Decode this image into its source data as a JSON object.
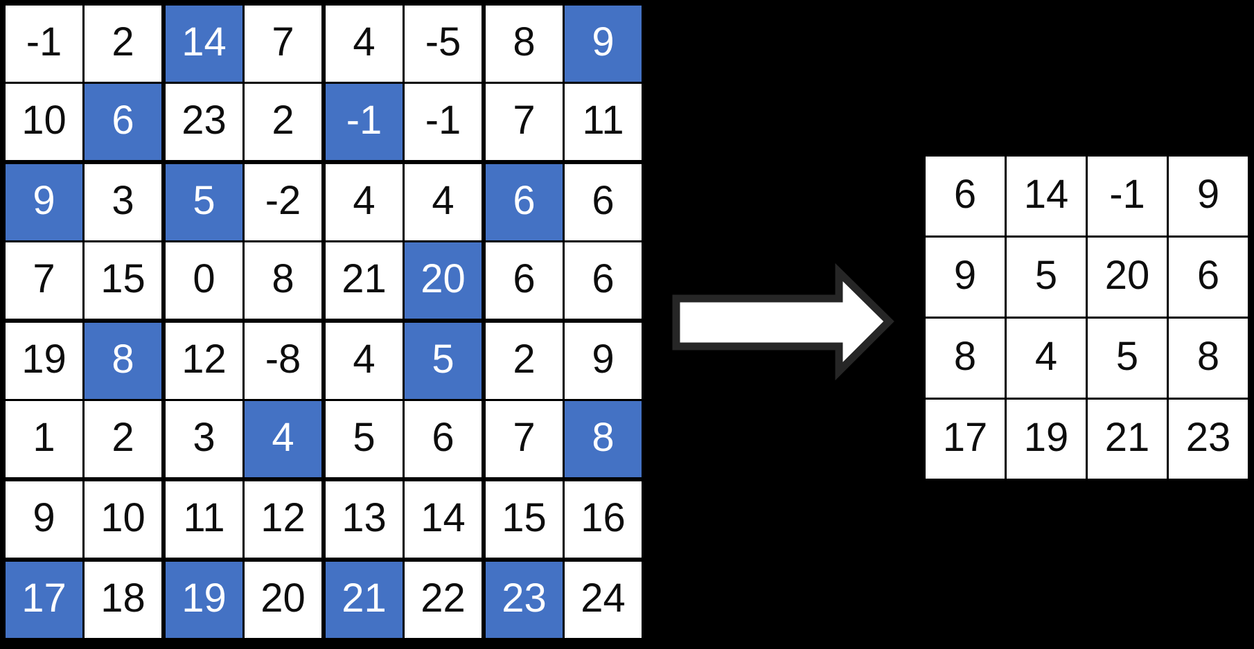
{
  "diagram": {
    "description_colors": {
      "background": "#000000",
      "highlight_blue": "#4472C4",
      "cell_white": "#ffffff",
      "grid_line": "#000000",
      "text_dark": "#0d0d0d",
      "text_light": "#ffffff",
      "arrow_fill": "#ffffff",
      "arrow_outline": "#262626"
    },
    "left_grid": {
      "rows": 8,
      "cols": 8,
      "values": [
        [
          "-1",
          "2",
          "14",
          "7",
          "4",
          "-5",
          "8",
          "9"
        ],
        [
          "10",
          "6",
          "23",
          "2",
          "-1",
          "-1",
          "7",
          "11"
        ],
        [
          "9",
          "3",
          "5",
          "-2",
          "4",
          "4",
          "6",
          "6"
        ],
        [
          "7",
          "15",
          "0",
          "8",
          "21",
          "20",
          "6",
          "6"
        ],
        [
          "19",
          "8",
          "12",
          "-8",
          "4",
          "5",
          "2",
          "9"
        ],
        [
          "1",
          "2",
          "3",
          "4",
          "5",
          "6",
          "7",
          "8"
        ],
        [
          "9",
          "10",
          "11",
          "12",
          "13",
          "14",
          "15",
          "16"
        ],
        [
          "17",
          "18",
          "19",
          "20",
          "21",
          "22",
          "23",
          "24"
        ]
      ],
      "highlight": [
        [
          0,
          0,
          1,
          0,
          0,
          0,
          0,
          1
        ],
        [
          0,
          1,
          0,
          0,
          1,
          0,
          0,
          0
        ],
        [
          1,
          0,
          1,
          0,
          0,
          0,
          1,
          0
        ],
        [
          0,
          0,
          0,
          0,
          0,
          1,
          0,
          0
        ],
        [
          0,
          1,
          0,
          0,
          0,
          1,
          0,
          0
        ],
        [
          0,
          0,
          0,
          1,
          0,
          0,
          0,
          1
        ],
        [
          0,
          0,
          0,
          0,
          0,
          0,
          0,
          0
        ],
        [
          1,
          0,
          1,
          0,
          1,
          0,
          1,
          0
        ]
      ]
    },
    "right_grid": {
      "rows": 4,
      "cols": 4,
      "values": [
        [
          "6",
          "14",
          "-1",
          "9"
        ],
        [
          "9",
          "5",
          "20",
          "6"
        ],
        [
          "8",
          "4",
          "5",
          "8"
        ],
        [
          "17",
          "19",
          "21",
          "23"
        ]
      ],
      "highlight": [
        [
          0,
          0,
          0,
          0
        ],
        [
          0,
          0,
          0,
          0
        ],
        [
          0,
          0,
          0,
          0
        ],
        [
          0,
          0,
          0,
          0
        ]
      ]
    }
  }
}
